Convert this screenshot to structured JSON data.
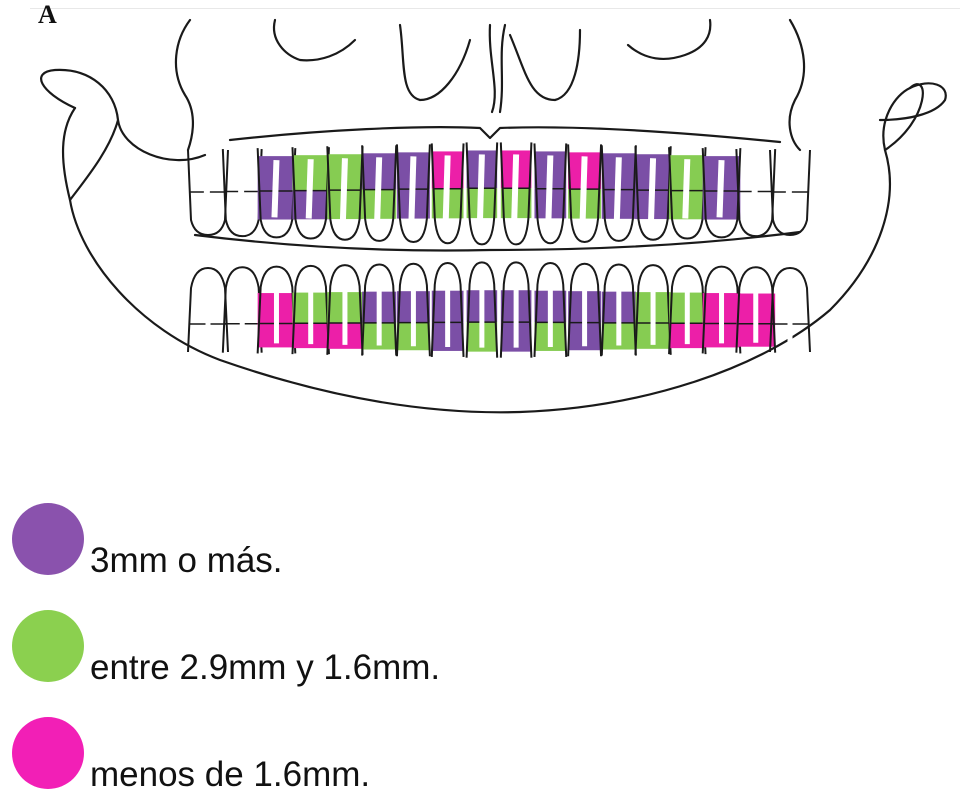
{
  "panel_label": "A",
  "colors": {
    "purple": "#7b4fa6",
    "green": "#86cc52",
    "magenta": "#ec1fa8",
    "outline": "#1a1a1a"
  },
  "legend": [
    {
      "color": "#8a52ad",
      "label": "3mm o más."
    },
    {
      "color": "#8bd04f",
      "label": "entre 2.9mm y 1.6mm."
    },
    {
      "color": "#f21fb6",
      "label": "menos de 1.6mm."
    }
  ],
  "upper_teeth": [
    {
      "tooth": "left-third-molar",
      "top": "",
      "bottom": ""
    },
    {
      "tooth": "left-second-molar",
      "top": "",
      "bottom": ""
    },
    {
      "tooth": "left-first-molar",
      "top": "purple",
      "bottom": "purple"
    },
    {
      "tooth": "left-second-premolar",
      "top": "green",
      "bottom": "purple"
    },
    {
      "tooth": "left-first-premolar",
      "top": "green",
      "bottom": "green"
    },
    {
      "tooth": "left-canine",
      "top": "purple",
      "bottom": "green"
    },
    {
      "tooth": "left-lateral-incisor",
      "top": "purple",
      "bottom": "purple"
    },
    {
      "tooth": "left-central-incisor-a",
      "top": "magenta",
      "bottom": "green"
    },
    {
      "tooth": "left-central-incisor-b",
      "top": "purple",
      "bottom": "green"
    },
    {
      "tooth": "right-central-incisor-a",
      "top": "magenta",
      "bottom": "green"
    },
    {
      "tooth": "right-central-incisor-b",
      "top": "purple",
      "bottom": "purple"
    },
    {
      "tooth": "right-lateral-incisor",
      "top": "magenta",
      "bottom": "green"
    },
    {
      "tooth": "right-canine",
      "top": "purple",
      "bottom": "purple"
    },
    {
      "tooth": "right-first-premolar",
      "top": "purple",
      "bottom": "purple"
    },
    {
      "tooth": "right-second-premolar",
      "top": "green",
      "bottom": "green"
    },
    {
      "tooth": "right-first-molar",
      "top": "purple",
      "bottom": "purple"
    },
    {
      "tooth": "right-second-molar",
      "top": "",
      "bottom": ""
    },
    {
      "tooth": "right-third-molar",
      "top": "",
      "bottom": ""
    }
  ],
  "lower_teeth": [
    {
      "tooth": "left-third-molar",
      "top": "",
      "bottom": ""
    },
    {
      "tooth": "left-second-molar",
      "top": "",
      "bottom": ""
    },
    {
      "tooth": "left-first-molar",
      "top": "magenta",
      "bottom": "magenta"
    },
    {
      "tooth": "left-second-premolar",
      "top": "green",
      "bottom": "magenta"
    },
    {
      "tooth": "left-first-premolar",
      "top": "green",
      "bottom": "magenta"
    },
    {
      "tooth": "left-canine",
      "top": "purple",
      "bottom": "green"
    },
    {
      "tooth": "left-lateral-incisor",
      "top": "purple",
      "bottom": "green"
    },
    {
      "tooth": "left-central-incisor-a",
      "top": "purple",
      "bottom": "purple"
    },
    {
      "tooth": "left-central-incisor-b",
      "top": "purple",
      "bottom": "green"
    },
    {
      "tooth": "right-central-incisor-a",
      "top": "purple",
      "bottom": "purple"
    },
    {
      "tooth": "right-central-incisor-b",
      "top": "purple",
      "bottom": "green"
    },
    {
      "tooth": "right-lateral-incisor",
      "top": "purple",
      "bottom": "purple"
    },
    {
      "tooth": "right-canine",
      "top": "purple",
      "bottom": "green"
    },
    {
      "tooth": "right-first-premolar",
      "top": "green",
      "bottom": "green"
    },
    {
      "tooth": "right-second-premolar",
      "top": "green",
      "bottom": "magenta"
    },
    {
      "tooth": "right-first-molar",
      "top": "magenta",
      "bottom": "magenta"
    },
    {
      "tooth": "right-second-molar",
      "top": "magenta",
      "bottom": "magenta"
    },
    {
      "tooth": "right-third-molar",
      "top": "",
      "bottom": ""
    }
  ]
}
